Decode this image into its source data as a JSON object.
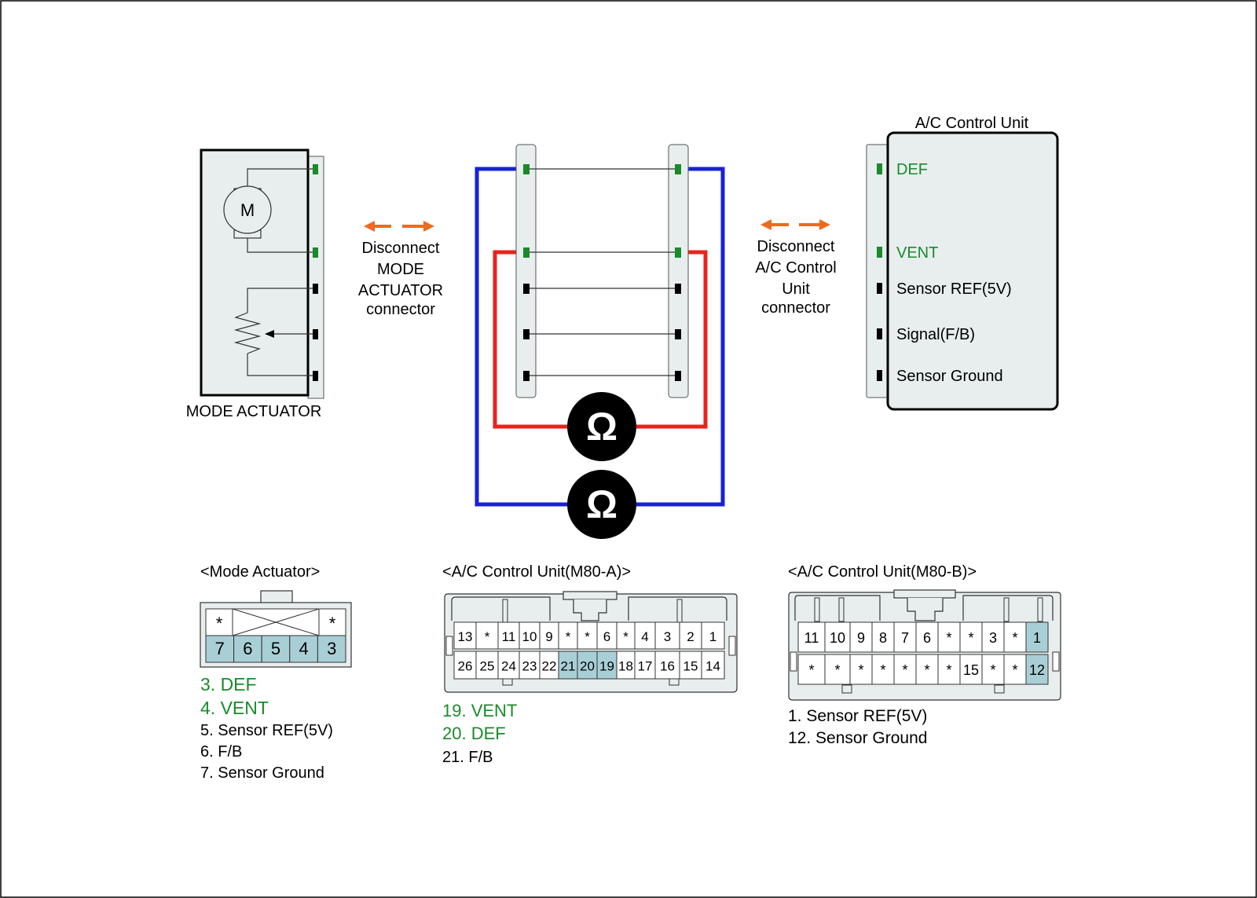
{
  "colors": {
    "green": "#1a8a2a",
    "red": "#e8231c",
    "blue": "#1722d6",
    "orange": "#ee6a1f",
    "panel": "#e8eeee",
    "highlight": "#a9cfd6",
    "pin_black": "#000000",
    "pin_green": "#1a8a2a"
  },
  "icons": {
    "motor": "motor-symbol-icon",
    "potentiometer": "potentiometer-icon",
    "ohmmeter": "ohmmeter-icon",
    "arrow": "double-arrow-icon"
  },
  "mode_actuator": {
    "label": "MODE ACTUATOR",
    "motor_letter": "M"
  },
  "disconnect_left": [
    "Disconnect",
    "MODE",
    "ACTUATOR",
    "connector"
  ],
  "disconnect_right": [
    "Disconnect",
    "A/C Control",
    "Unit",
    "connector"
  ],
  "ac_unit": {
    "title": "A/C Control Unit",
    "pins": [
      {
        "label": "DEF",
        "color": "green"
      },
      {
        "label": "VENT",
        "color": "green"
      },
      {
        "label": "Sensor REF(5V)",
        "color": "black"
      },
      {
        "label": "Signal(F/B)",
        "color": "black"
      },
      {
        "label": "Sensor Ground",
        "color": "black"
      }
    ]
  },
  "ohm_symbol": "Ω",
  "connector_mode": {
    "title": "<Mode Actuator>",
    "top_row": [
      "*",
      "*"
    ],
    "bottom_row": [
      "7",
      "6",
      "5",
      "4",
      "3"
    ],
    "legend": [
      {
        "text": "3. DEF",
        "color": "green"
      },
      {
        "text": "4. VENT",
        "color": "green"
      },
      {
        "text": "5. Sensor REF(5V)",
        "color": "black"
      },
      {
        "text": "6. F/B",
        "color": "black"
      },
      {
        "text": "7. Sensor Ground",
        "color": "black"
      }
    ]
  },
  "connector_m80a": {
    "title": "<A/C Control Unit(M80-A)>",
    "top_row": [
      "13",
      "*",
      "11",
      "10",
      "9",
      "*",
      "*",
      "6",
      "*",
      "4",
      "3",
      "2",
      "1"
    ],
    "bottom_row": [
      "26",
      "25",
      "24",
      "23",
      "22",
      "21",
      "20",
      "19",
      "18",
      "17",
      "16",
      "15",
      "14"
    ],
    "highlighted": [
      "21",
      "20",
      "19"
    ],
    "legend": [
      {
        "text": "19. VENT",
        "color": "green"
      },
      {
        "text": "20. DEF",
        "color": "green"
      },
      {
        "text": "21. F/B",
        "color": "black"
      }
    ]
  },
  "connector_m80b": {
    "title": "<A/C Control Unit(M80-B)>",
    "top_row": [
      "11",
      "10",
      "9",
      "8",
      "7",
      "6",
      "*",
      "*",
      "3",
      "*",
      "1"
    ],
    "bottom_row": [
      "*",
      "*",
      "*",
      "*",
      "*",
      "*",
      "*",
      "15",
      "*",
      "*",
      "12"
    ],
    "highlighted": [
      "1",
      "12"
    ],
    "legend": [
      {
        "text": "1. Sensor REF(5V)",
        "color": "black"
      },
      {
        "text": "12. Sensor Ground",
        "color": "black"
      }
    ]
  }
}
